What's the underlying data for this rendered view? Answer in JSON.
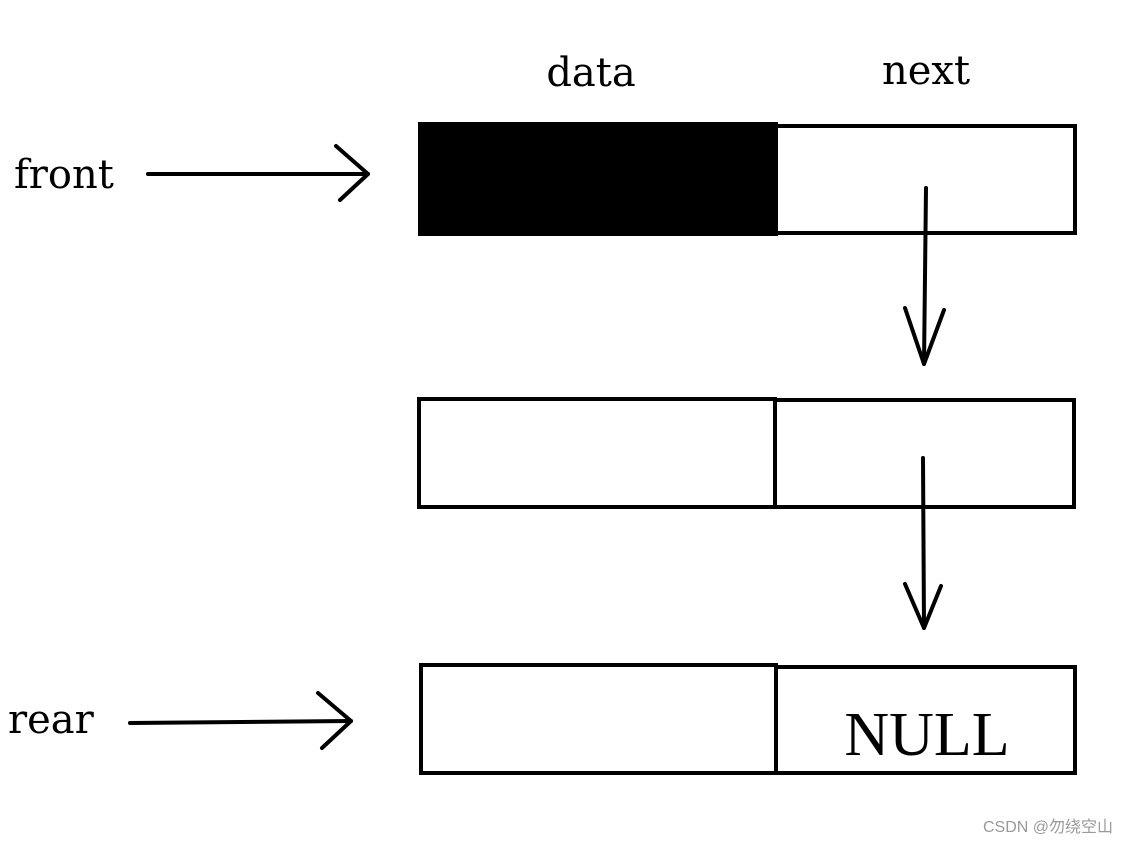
{
  "labels": {
    "data_header": "data",
    "next_header": "next",
    "front": "front",
    "rear": "rear",
    "null_value": "NULL"
  },
  "nodes": [
    {
      "data_fill": "black",
      "next": "pointer"
    },
    {
      "data_fill": "white",
      "next": "pointer"
    },
    {
      "data_fill": "white",
      "next": "NULL"
    }
  ],
  "watermark": "CSDN @勿绕空山",
  "colors": {
    "stroke": "#000000",
    "background": "#ffffff",
    "watermark": "#9a9a9a"
  }
}
